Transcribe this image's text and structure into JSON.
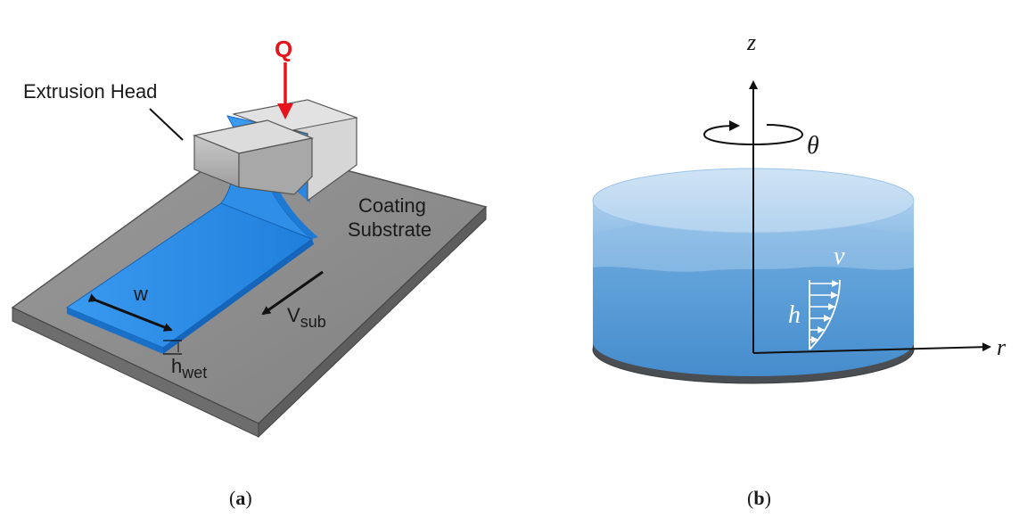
{
  "panel_a": {
    "flow_label": "Q",
    "head_label": "Extrusion Head",
    "substrate_line1": "Coating",
    "substrate_line2": "Substrate",
    "width_label": "w",
    "velocity_main": "V",
    "velocity_sub": "sub",
    "height_main": "h",
    "height_sub": "wet",
    "caption_letter": "a",
    "colors": {
      "film": "#2f8fe6",
      "arrow_red": "#e8141c",
      "substrate": "#8e8e8e",
      "head": "#bdbdbd"
    }
  },
  "panel_b": {
    "axis_z": "z",
    "axis_theta": "θ",
    "axis_r": "r",
    "label_v": "v",
    "label_h": "h",
    "caption_letter": "b",
    "colors": {
      "liquid_top": "#bcd8f0",
      "liquid_bottom": "#3f86c9",
      "base": "#4a4d52"
    }
  },
  "caption_open": "(",
  "caption_close": ")"
}
